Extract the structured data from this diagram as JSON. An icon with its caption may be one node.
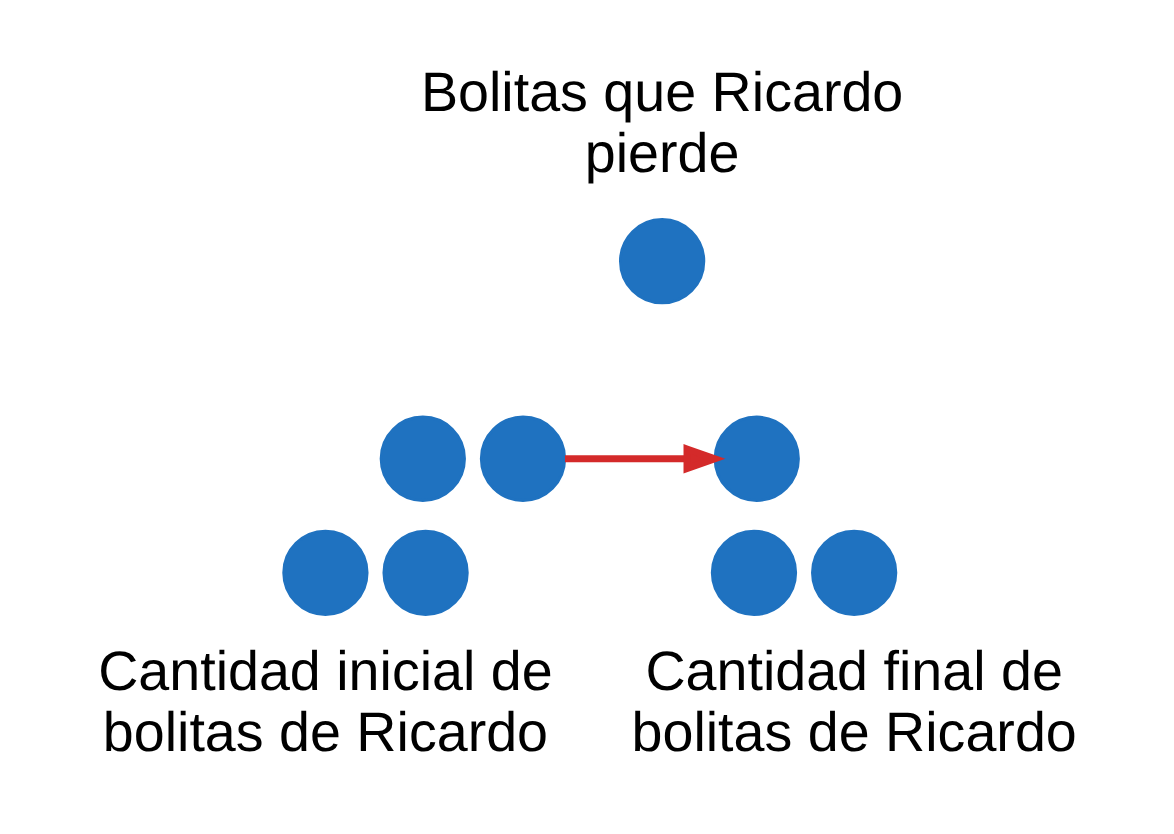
{
  "diagram": {
    "nodes": [
      {
        "text": [
          "Bolitas que Ricardo pierde"
        ]
      },
      {
        "text": [],
        "shape": "circle"
      },
      {
        "text": [],
        "shape": "circle"
      },
      {
        "text": [],
        "shape": "circle"
      },
      {
        "text": [],
        "shape": "circle"
      },
      {
        "text": [],
        "shape": "circle"
      },
      {
        "text": [],
        "shape": "circle"
      },
      {
        "text": [],
        "shape": "circle"
      },
      {
        "text": [],
        "shape": "circle"
      },
      {
        "text": [
          "Cantidad inicial de bolitas de Ricardo"
        ]
      },
      {
        "text": [
          "Cantidad final de bolitas de Ricardo"
        ]
      }
    ],
    "edges": [
      {
        "from": 2,
        "to": 6,
        "arrow": "to",
        "color": "#d42a2a"
      }
    ]
  }
}
